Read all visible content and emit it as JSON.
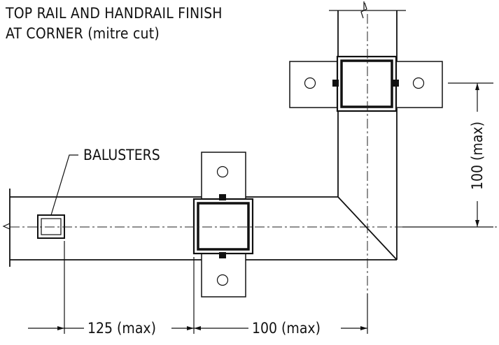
{
  "title": {
    "line1": "TOP RAIL AND HANDRAIL FINISH",
    "line2": "AT CORNER (mitre cut)"
  },
  "labels": {
    "balusters": "BALUSTERS"
  },
  "dimensions": {
    "horizontal_left": "125 (max)",
    "horizontal_right": "100 (max)",
    "vertical": "100 (max)"
  }
}
